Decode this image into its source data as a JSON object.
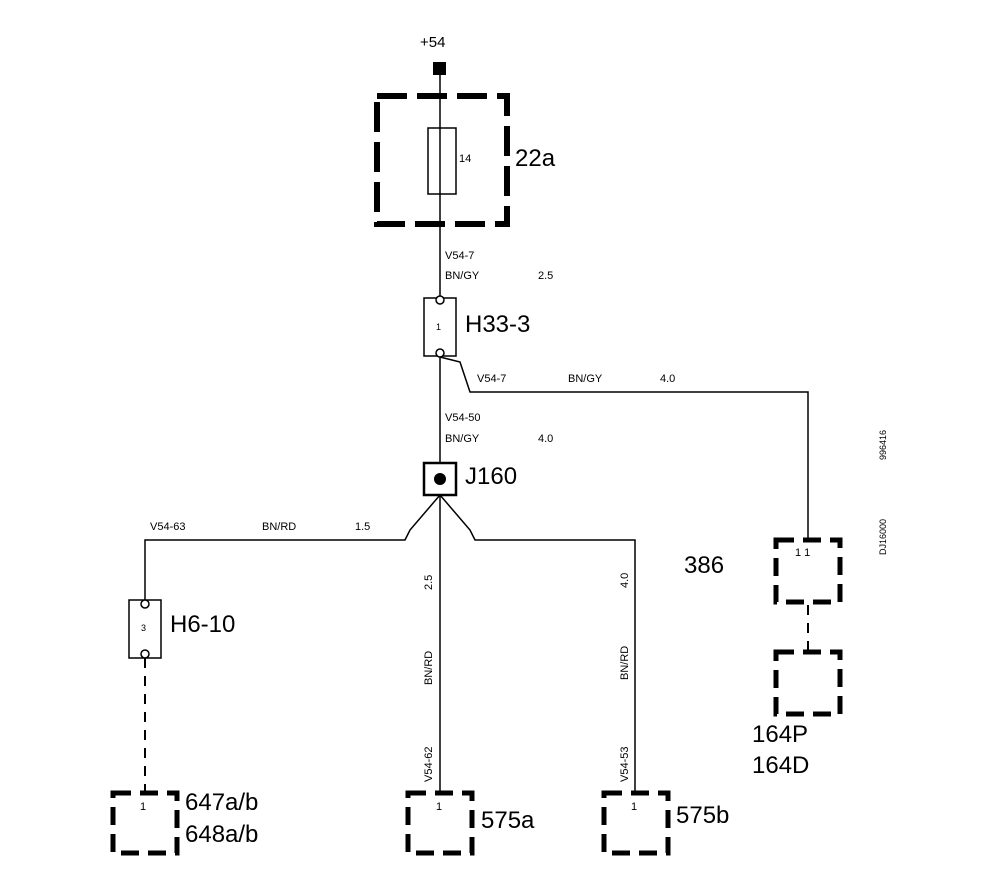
{
  "supply": {
    "label": "+54"
  },
  "fusebox": {
    "label": "22a",
    "fuse_number": "14"
  },
  "wire_top": {
    "code": "V54-7",
    "color": "BN/GY",
    "size": "2.5"
  },
  "h33": {
    "label": "H33-3",
    "pin": "1"
  },
  "wire_right": {
    "code": "V54-7",
    "color": "BN/GY",
    "size": "4.0"
  },
  "wire_mid": {
    "code": "V54-50",
    "color": "BN/GY",
    "size": "4.0"
  },
  "splice": {
    "label": "J160"
  },
  "wire_left": {
    "code": "V54-63",
    "color": "BN/RD",
    "size": "1.5"
  },
  "h6": {
    "label": "H6-10",
    "pin": "3"
  },
  "wire_center": {
    "code": "V54-62",
    "color": "BN/RD",
    "size": "2.5"
  },
  "wire_c2": {
    "code": "V54-53",
    "color": "BN/RD",
    "size": "4.0"
  },
  "comp_386": {
    "label": "386",
    "pins": "1 1"
  },
  "comp_164": {
    "label1": "164P",
    "label2": "164D"
  },
  "comp_647": {
    "label1": "647a/b",
    "label2": "648a/b",
    "pin": "1"
  },
  "comp_575a": {
    "label": "575a",
    "pin": "1"
  },
  "comp_575b": {
    "label": "575b",
    "pin": "1"
  },
  "side_codes": {
    "code1": "996416",
    "code2": "DJ16000"
  }
}
